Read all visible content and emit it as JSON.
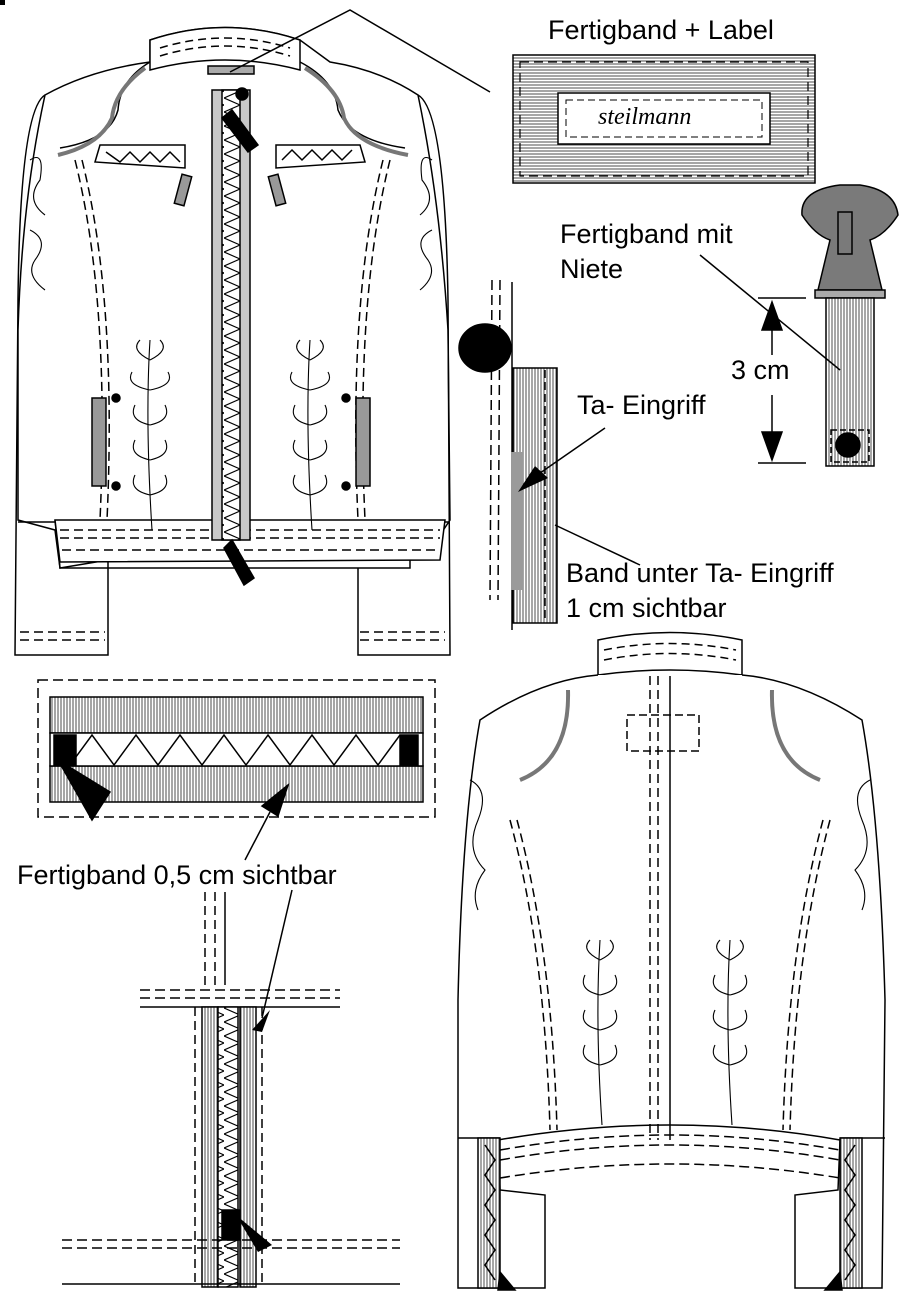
{
  "labels": {
    "band_label": "Fertigband + Label",
    "brand": "steilmann",
    "rivet_band_line1": "Fertigband mit",
    "rivet_band_line2": "Niete",
    "measure": "3 cm",
    "pocket_grip": "Ta- Eingriff",
    "band_under_line1": "Band unter Ta- Eingriff",
    "band_under_line2": "1 cm sichtbar",
    "zip_band": "Fertigband 0,5 cm sichtbar"
  },
  "colors": {
    "line": "#000000",
    "band_fill": "#c8c8c8",
    "tape_gray": "#9a9a9a",
    "rivet_head": "#7a7a7a",
    "paper": "#ffffff"
  }
}
